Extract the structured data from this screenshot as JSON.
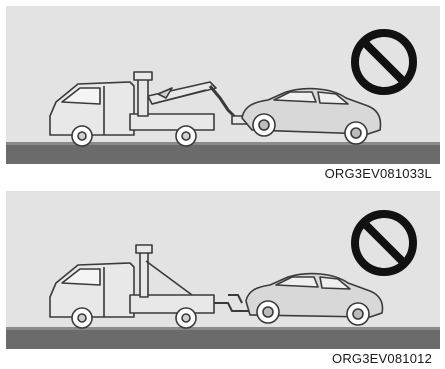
{
  "figures": [
    {
      "code": "ORG3EV081033L",
      "prohibited_icon": "prohibition-icon",
      "method": "Wheel-lift towing (rear wheels raised, front wheels on road)"
    },
    {
      "code": "ORG3EV081012",
      "prohibited_icon": "prohibition-icon",
      "method": "Tow bar towing (all wheels on road)"
    }
  ],
  "colors": {
    "sky": "#e3e3e3",
    "road": "#6b6b6b",
    "line": "#3a3a3a",
    "truck_fill": "#e8e8e8"
  }
}
